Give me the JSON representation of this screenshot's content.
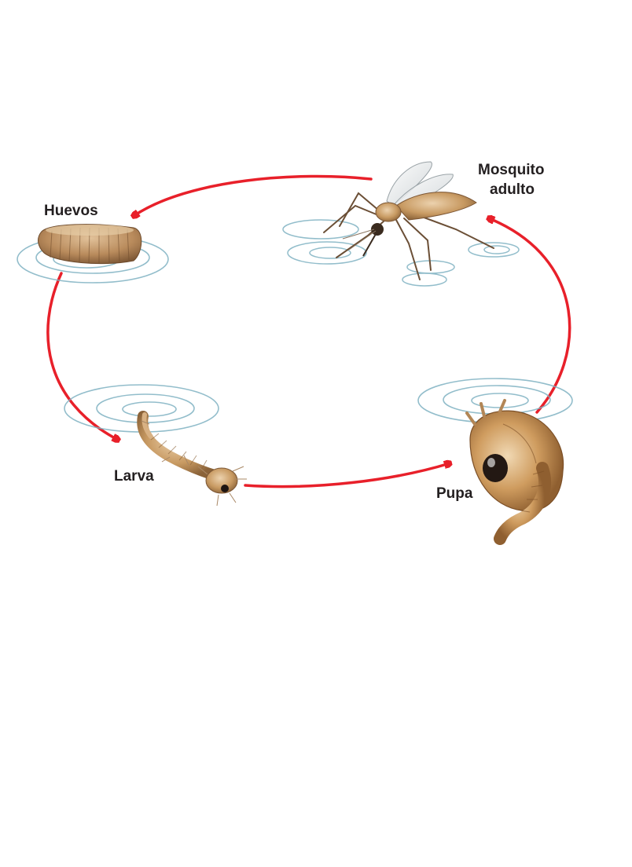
{
  "stages": {
    "eggs": {
      "label": "Huevos",
      "icon": "egg-raft-icon"
    },
    "larva": {
      "label": "Larva",
      "icon": "larva-icon"
    },
    "pupa": {
      "label": "Pupa",
      "icon": "pupa-icon"
    },
    "adult": {
      "label_line1": "Mosquito",
      "label_line2": "adulto",
      "icon": "mosquito-icon"
    }
  },
  "cycle_order": [
    "Huevos",
    "Larva",
    "Pupa",
    "Mosquito adulto"
  ],
  "colors": {
    "arrow": "#e8202a",
    "ripple": "#7fb2c2",
    "body": "#c89a62",
    "label": "#231f20"
  }
}
